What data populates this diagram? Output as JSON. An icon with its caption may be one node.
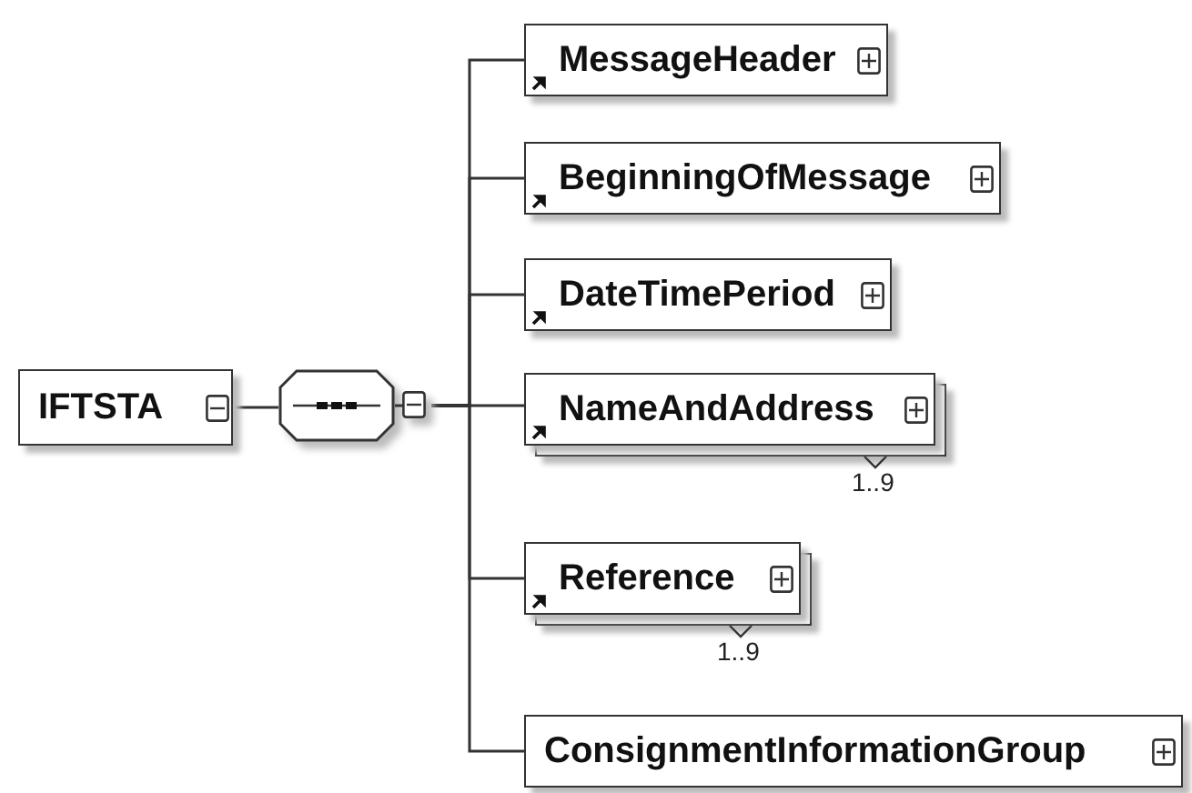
{
  "diagram": {
    "nodes": [
      {
        "text": [
          "IFTSTA"
        ]
      },
      {
        "text": [],
        "shape": "octagon"
      },
      {
        "text": [
          "MessageHeader"
        ]
      },
      {
        "text": [
          "BeginningOfMessage"
        ]
      },
      {
        "text": [
          "DateTimePeriod"
        ]
      },
      {
        "text": [
          "NameAndAddress"
        ],
        "beside": [
          "1..9"
        ]
      },
      {
        "text": [
          "Reference"
        ],
        "beside": [
          "1..9"
        ]
      },
      {
        "text": [
          "ConsignmentInformationGroup"
        ]
      }
    ],
    "edges": [
      {
        "from": 0,
        "to": 1,
        "arrow": "none"
      },
      {
        "from": 1,
        "to": 2,
        "arrow": "none"
      },
      {
        "from": 1,
        "to": 3,
        "arrow": "none"
      },
      {
        "from": 1,
        "to": 4,
        "arrow": "none"
      },
      {
        "from": 1,
        "to": 5,
        "arrow": "none"
      },
      {
        "from": 1,
        "to": 6,
        "arrow": "none"
      },
      {
        "from": 1,
        "to": 7,
        "arrow": "none"
      }
    ]
  }
}
